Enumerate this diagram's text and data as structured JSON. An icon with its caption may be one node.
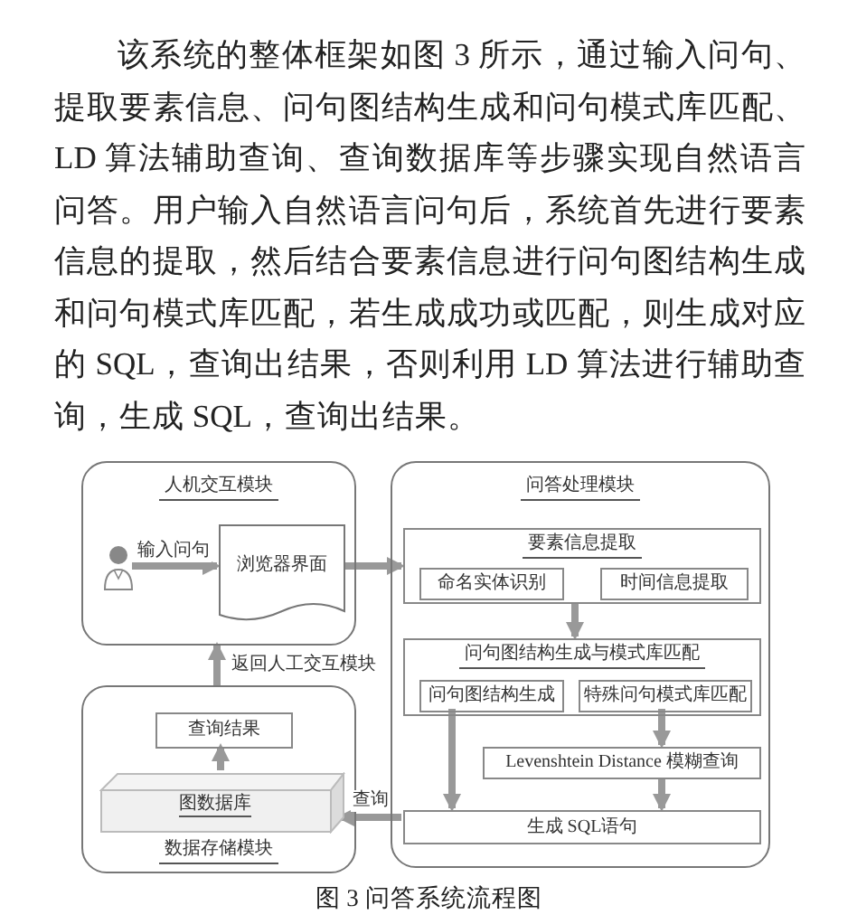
{
  "diagram": {
    "caption": "图 3 问答系统流程图",
    "nodes": [
      {
        "text": [
          "人机交互模块"
        ]
      },
      {
        "text": [],
        "shape": "person",
        "in": 0
      },
      {
        "text": [
          "浏览器界面"
        ],
        "in": 0
      },
      {
        "text": [
          "问答处理模块"
        ]
      },
      {
        "text": [
          "要素信息提取"
        ],
        "in": 3
      },
      {
        "text": [
          "命名实体识别"
        ],
        "in": 4
      },
      {
        "text": [
          "时间信息提取"
        ],
        "in": 4
      },
      {
        "text": [
          "问句图结构生成与模式库匹配"
        ],
        "in": 3
      },
      {
        "text": [
          "问句图结构生成"
        ],
        "in": 7
      },
      {
        "text": [
          "特殊问句模式库匹配"
        ],
        "in": 7
      },
      {
        "text": [
          "Levenshtein Distance 模糊查询"
        ],
        "in": 3
      },
      {
        "text": [
          "生成 SQL语句"
        ],
        "in": 3
      },
      {
        "text": [
          "数据存储模块"
        ]
      },
      {
        "text": [
          "查询结果"
        ],
        "in": 12
      },
      {
        "text": [
          "图数据库"
        ],
        "in": 12
      }
    ],
    "edges": [
      {
        "from": 1,
        "to": 2,
        "arrow": "to",
        "label": "输入问句"
      },
      {
        "from": 2,
        "to": 4,
        "arrow": "to"
      },
      {
        "from": 4,
        "to": 7,
        "arrow": "to"
      },
      {
        "from": 8,
        "to": 11,
        "arrow": "to"
      },
      {
        "from": 9,
        "to": 10,
        "arrow": "to"
      },
      {
        "from": 10,
        "to": 11,
        "arrow": "to"
      },
      {
        "from": 11,
        "to": 14,
        "arrow": "to",
        "label": "查询"
      },
      {
        "from": 14,
        "to": 13,
        "arrow": "to"
      },
      {
        "from": 12,
        "to": 0,
        "arrow": "to",
        "label": "返回人工交互模块"
      }
    ],
    "labels": [
      "该系统的整体框架如图 3 所示，通过输入问句、提取要素信息、问句图结构生成和问句模式库匹配、LD 算法辅助查询、查询数据库等步骤实现自然语言问答。用户输入自然语言问句后，系统首先进行要素信息的提取，然后结合要素信息进行问句图结构生成和问句模式库匹配，若生成成功或匹配，则生成对应的 SQL，查询出结果，否则利用 LD 算法进行辅助查询，生成 SQL，查询出结果。"
    ]
  }
}
